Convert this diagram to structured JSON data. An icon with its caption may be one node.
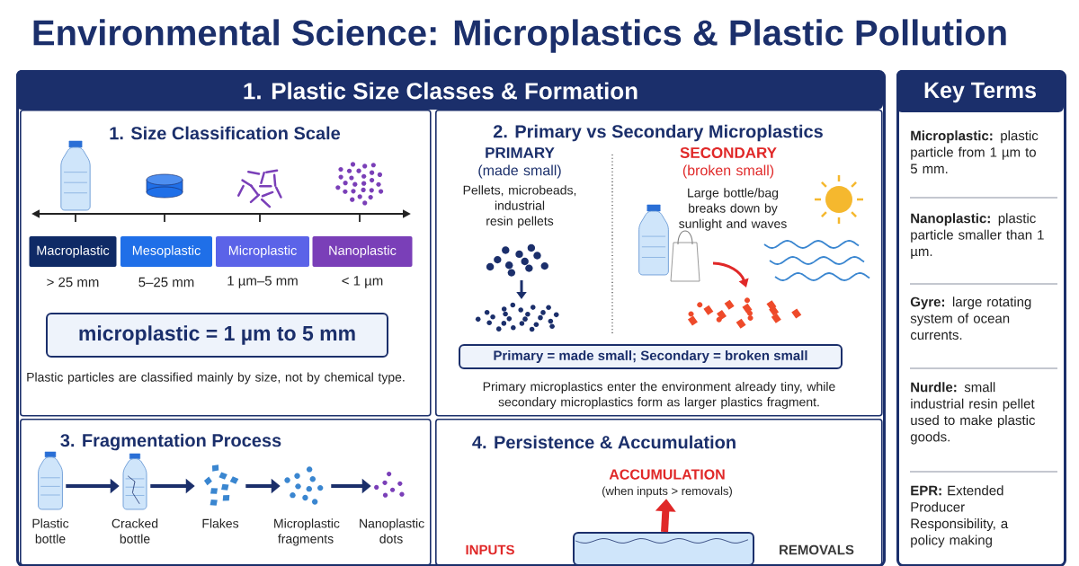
{
  "diagram": {
    "title": "Environmental Science: Microplastics & Plastic Pollution",
    "nodes": [
      {
        "text": [
          "1. Plastic Size Classes & Formation"
        ]
      },
      {
        "text": [
          "1. Size Classification Scale"
        ],
        "in": 0
      },
      {
        "text": [
          "Macroplastic"
        ],
        "beside": [
          "> 25 mm"
        ],
        "in": 1
      },
      {
        "text": [
          "Mesoplastic"
        ],
        "beside": [
          "5–25 mm"
        ],
        "in": 1
      },
      {
        "text": [
          "Microplastic"
        ],
        "beside": [
          "1 µm–5 mm"
        ],
        "in": 1
      },
      {
        "text": [
          "Nanoplastic"
        ],
        "beside": [
          "< 1 µm"
        ],
        "in": 1
      },
      {
        "text": [
          "microplastic = 1 µm to 5 mm"
        ],
        "in": 1
      },
      {
        "text": [
          "2. Primary vs Secondary Microplastics"
        ],
        "in": 0
      },
      {
        "text": [
          "Primary = made small; Secondary = broken small"
        ],
        "in": 7
      },
      {
        "text": [
          "3. Fragmentation Process"
        ],
        "in": 0
      },
      {
        "text": [
          "Plastic bottle"
        ],
        "in": 9
      },
      {
        "text": [
          "Cracked bottle"
        ],
        "in": 9
      },
      {
        "text": [
          "Flakes"
        ],
        "in": 9
      },
      {
        "text": [
          "Microplastic fragments"
        ],
        "in": 9
      },
      {
        "text": [
          "Nanoplastic dots"
        ],
        "in": 9
      },
      {
        "text": [
          "4. Persistence & Accumulation"
        ],
        "in": 0
      },
      {
        "text": [],
        "shape": "box",
        "in": 15
      },
      {
        "text": [
          "ACCUMULATION",
          "(when inputs > removals)"
        ],
        "in": 15
      },
      {
        "text": [
          "Key Terms"
        ]
      },
      {
        "text": [
          "**Microplastic:** plastic particle from 1 µm to 5 mm."
        ],
        "in": 18
      },
      {
        "text": [
          "**Nanoplastic:** plastic particle smaller than 1 µm."
        ],
        "in": 18
      },
      {
        "text": [
          "**Gyre:** large rotating system of ocean currents."
        ],
        "in": 18
      },
      {
        "text": [
          "**Nurdle:** small industrial resin pellet used to make plastic goods."
        ],
        "in": 18
      },
      {
        "text": [
          "**EPR:** Extended Producer Responsibility, a policy making"
        ],
        "in": 18
      }
    ],
    "edges": [
      {
        "from": 10,
        "to": 11,
        "arrow": "to"
      },
      {
        "from": 11,
        "to": 12,
        "arrow": "to"
      },
      {
        "from": 12,
        "to": 13,
        "arrow": "to"
      },
      {
        "from": 13,
        "to": 14,
        "arrow": "to"
      },
      {
        "from": 16,
        "to": 17,
        "arrow": "to",
        "style": "thick",
        "color": "#e02828"
      }
    ],
    "labels": [
      "Plastic particles are classified mainly by size, not by chemical type.",
      "PRIMARY",
      "(made small)",
      "Pellets, microbeads, industrial resin pellets",
      "SECONDARY",
      "(broken small)",
      "Large bottle/bag breaks down by sunlight and waves",
      "Primary microplastics enter the environment already tiny, while secondary microplastics form as larger plastics fragment.",
      "INPUTS",
      "REMOVALS"
    ]
  }
}
